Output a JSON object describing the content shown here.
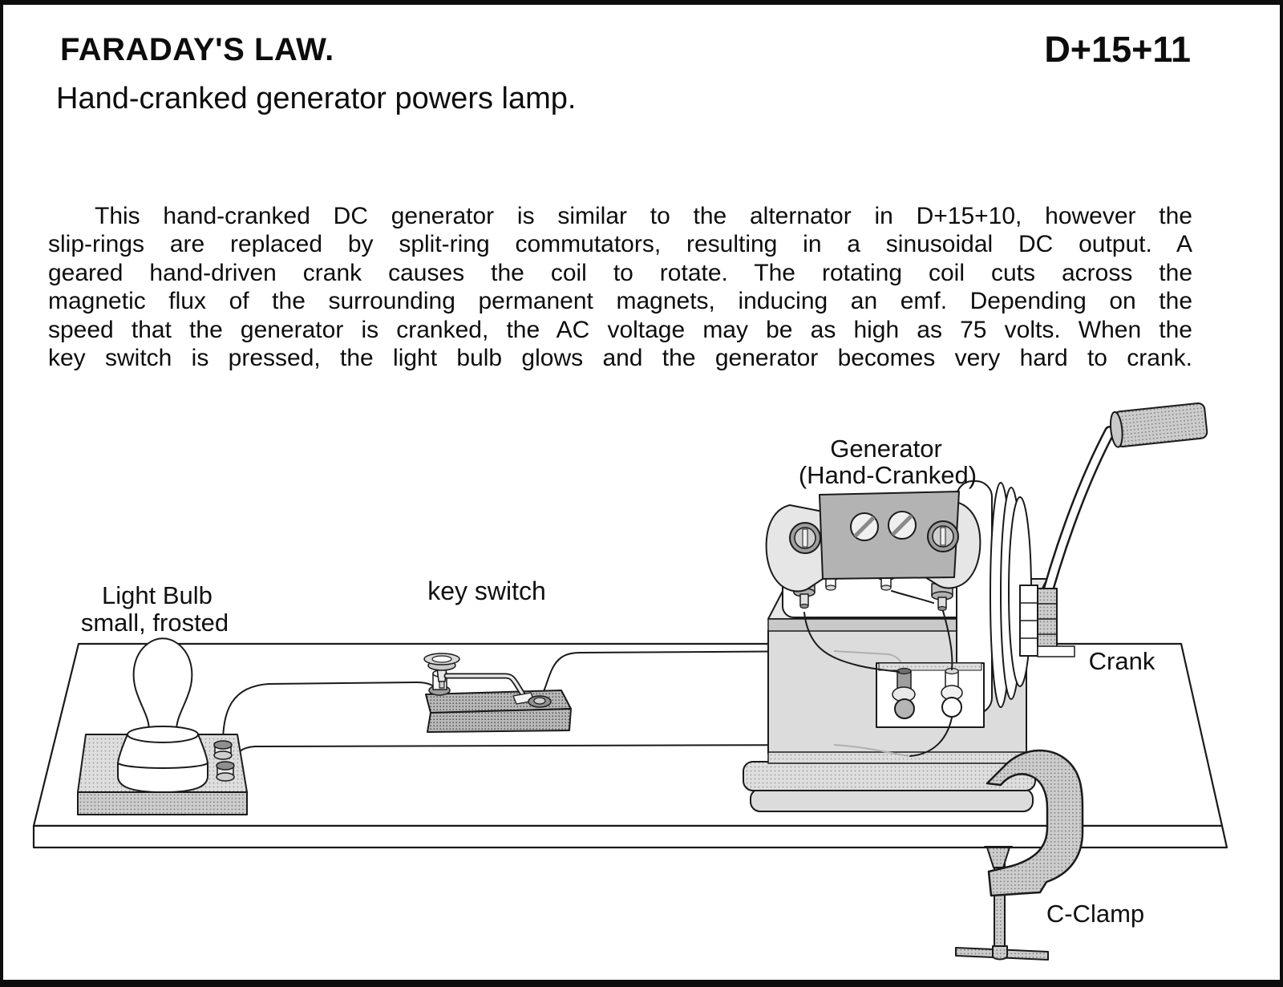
{
  "header": {
    "title": "FARADAY'S LAW.",
    "doc_id": "D+15+11",
    "subtitle": "Hand-cranked generator powers lamp."
  },
  "paragraph": {
    "lines": [
      "This hand-cranked DC generator is similar to the alternator in D+15+10, however the",
      "slip-rings are replaced by split-ring commutators, resulting in a sinusoidal DC output.  A",
      "geared hand-driven crank causes the coil to rotate. The rotating coil cuts across the",
      "magnetic flux of the surrounding permanent magnets, inducing an emf. Depending on the",
      "speed that the generator is cranked, the AC voltage may be as high as 75 volts.  When the",
      "key switch is pressed, the light bulb glows and the generator becomes very hard to crank."
    ]
  },
  "diagram": {
    "labels": {
      "generator_line1": "Generator",
      "generator_line2": "(Hand-Cranked)",
      "light_bulb_line1": "Light Bulb",
      "light_bulb_line2": "small, frosted",
      "key_switch": "key switch",
      "crank": "Crank",
      "c_clamp": "C-Clamp"
    },
    "colors": {
      "outline": "#1a1a1a",
      "light_gray": "#dcdcdc",
      "mid_gray": "#cccccc",
      "dark_gray": "#b3b3b3",
      "stipple_dark": "#b9b9b9",
      "border_black": "#0d0d0d"
    }
  }
}
